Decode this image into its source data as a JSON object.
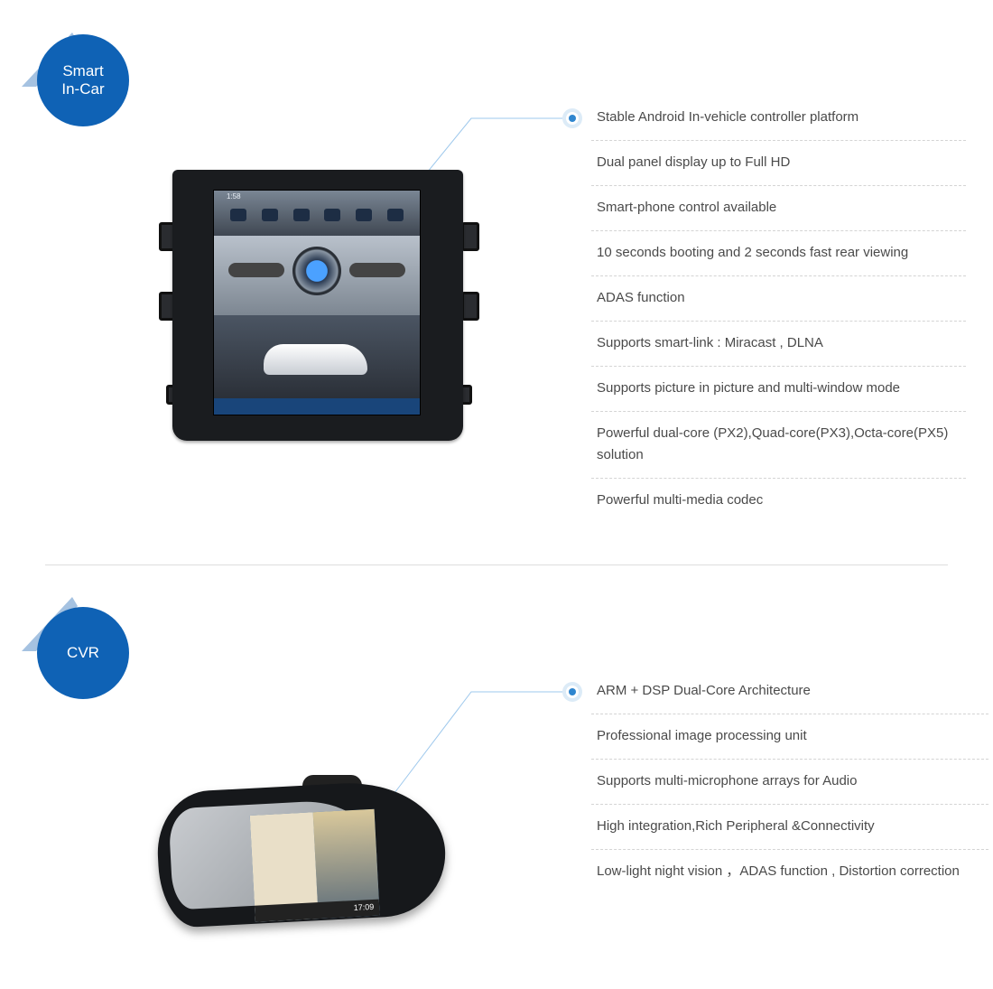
{
  "colors": {
    "badge": "#0f62b5",
    "accent": "#2f86cf",
    "connector": "#9ec8ec"
  },
  "sections": [
    {
      "badge_lines": [
        "Smart",
        "In-Car"
      ],
      "features": [
        "Stable Android In-vehicle controller platform",
        "Dual panel display up to Full HD",
        "Smart-phone control available",
        "10 seconds booting and 2 seconds fast rear viewing",
        "ADAS function",
        "Supports smart-link : Miracast , DLNA",
        "Supports picture in picture and multi-window mode",
        "Powerful dual-core (PX2),Quad-core(PX3),Octa-core(PX5) solution",
        "Powerful multi-media codec"
      ],
      "device": "head-unit",
      "device_screen_time": "1:58"
    },
    {
      "badge_lines": [
        "CVR"
      ],
      "features": [
        "ARM + DSP Dual-Core Architecture",
        "Professional image processing unit",
        "Supports multi-microphone arrays for Audio",
        "High integration,Rich Peripheral &Connectivity",
        "Low-light night vision ，ADAS function , Distortion correction"
      ],
      "device": "rearview-mirror",
      "device_screen_time": "17:09"
    }
  ]
}
